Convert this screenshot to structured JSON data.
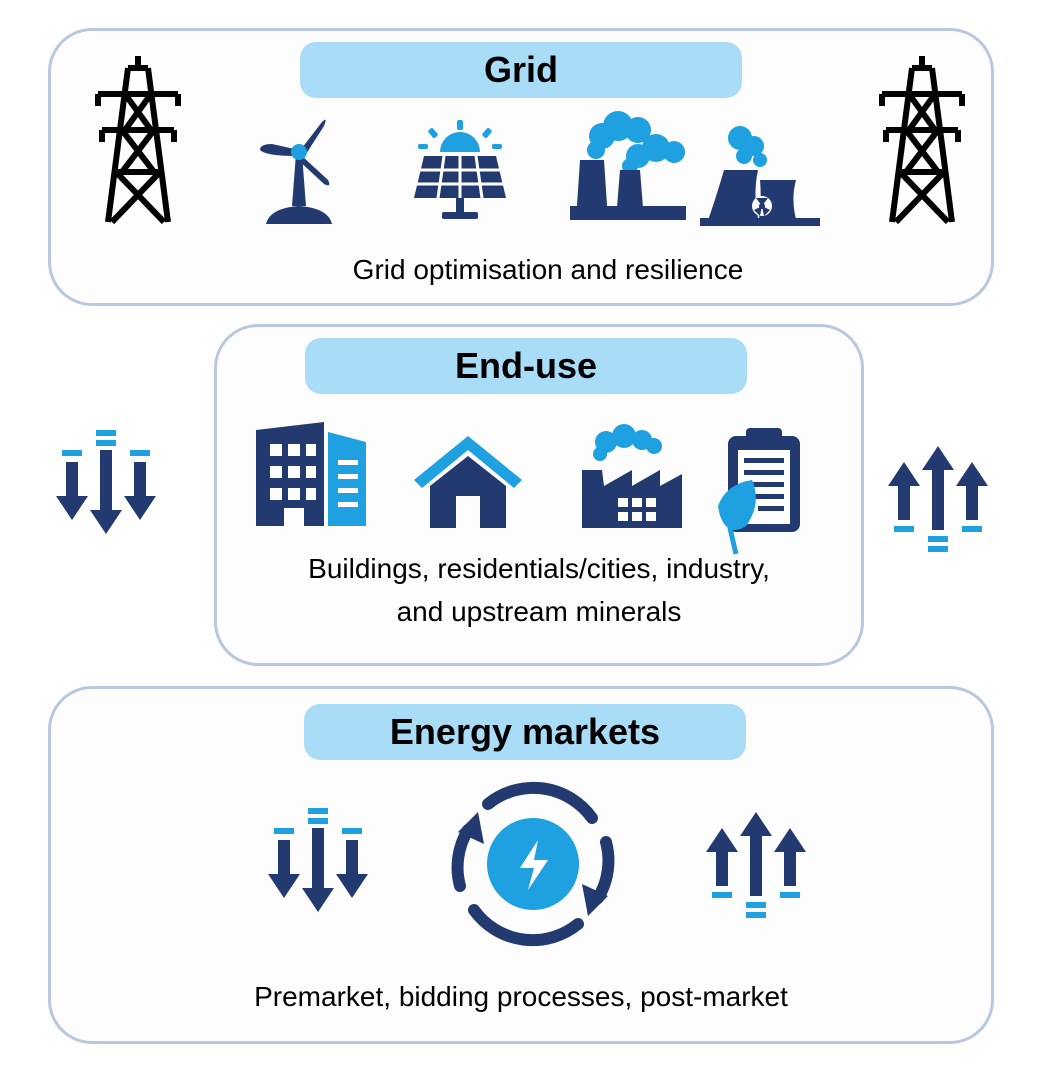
{
  "colors": {
    "navy": "#233a70",
    "light_blue": "#1fa0e0",
    "pill_bg": "#a9dcf7",
    "border": "#b9c7e0"
  },
  "grid": {
    "title": "Grid",
    "caption": "Grid optimisation and resilience",
    "icons": [
      "transmission-tower-icon",
      "wind-turbine-icon",
      "solar-panel-icon",
      "power-plant-icon",
      "nuclear-plant-icon",
      "transmission-tower-icon"
    ]
  },
  "end_use": {
    "title": "End-use",
    "caption_line1": "Buildings, residentials/cities, industry,",
    "caption_line2": "and upstream minerals",
    "icons": [
      "office-building-icon",
      "house-icon",
      "factory-icon",
      "clipboard-leaf-icon"
    ]
  },
  "energy_markets": {
    "title": "Energy markets",
    "caption": "Premarket, bidding processes, post-market",
    "icons": [
      "down-arrows-icon",
      "energy-cycle-icon",
      "up-arrows-icon"
    ]
  }
}
